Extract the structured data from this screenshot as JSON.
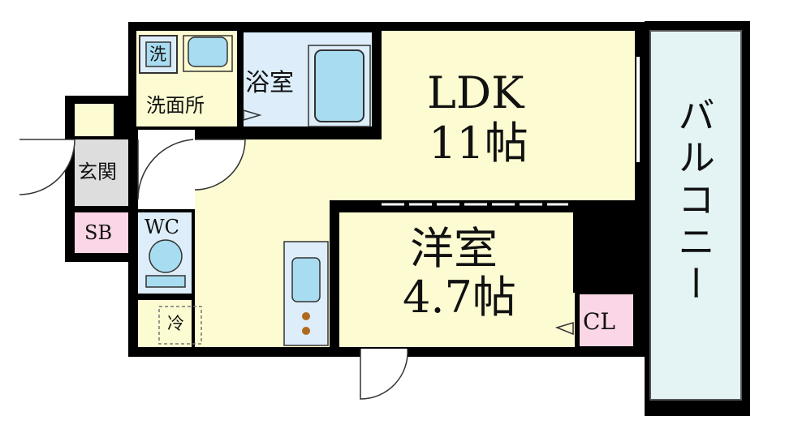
{
  "rooms": {
    "ldk": {
      "name": "LDK",
      "size": "11帖"
    },
    "western": {
      "name": "洋室",
      "size": "4.7帖"
    },
    "bath": "浴室",
    "washroom": "洗面所",
    "washer": "洗",
    "entrance": "玄関",
    "shoe_box": "SB",
    "toilet": "WC",
    "fridge": "冷",
    "closet": "CL",
    "balcony": "バルコニー"
  },
  "colors": {
    "wall": "#000000",
    "floor": "#fdfbd2",
    "wet_area": "#ddeefa",
    "fixture": "#a8dcf0",
    "storage": "#fbd6e6",
    "entrance": "#dddddd",
    "balcony": "#e4f4f4"
  }
}
